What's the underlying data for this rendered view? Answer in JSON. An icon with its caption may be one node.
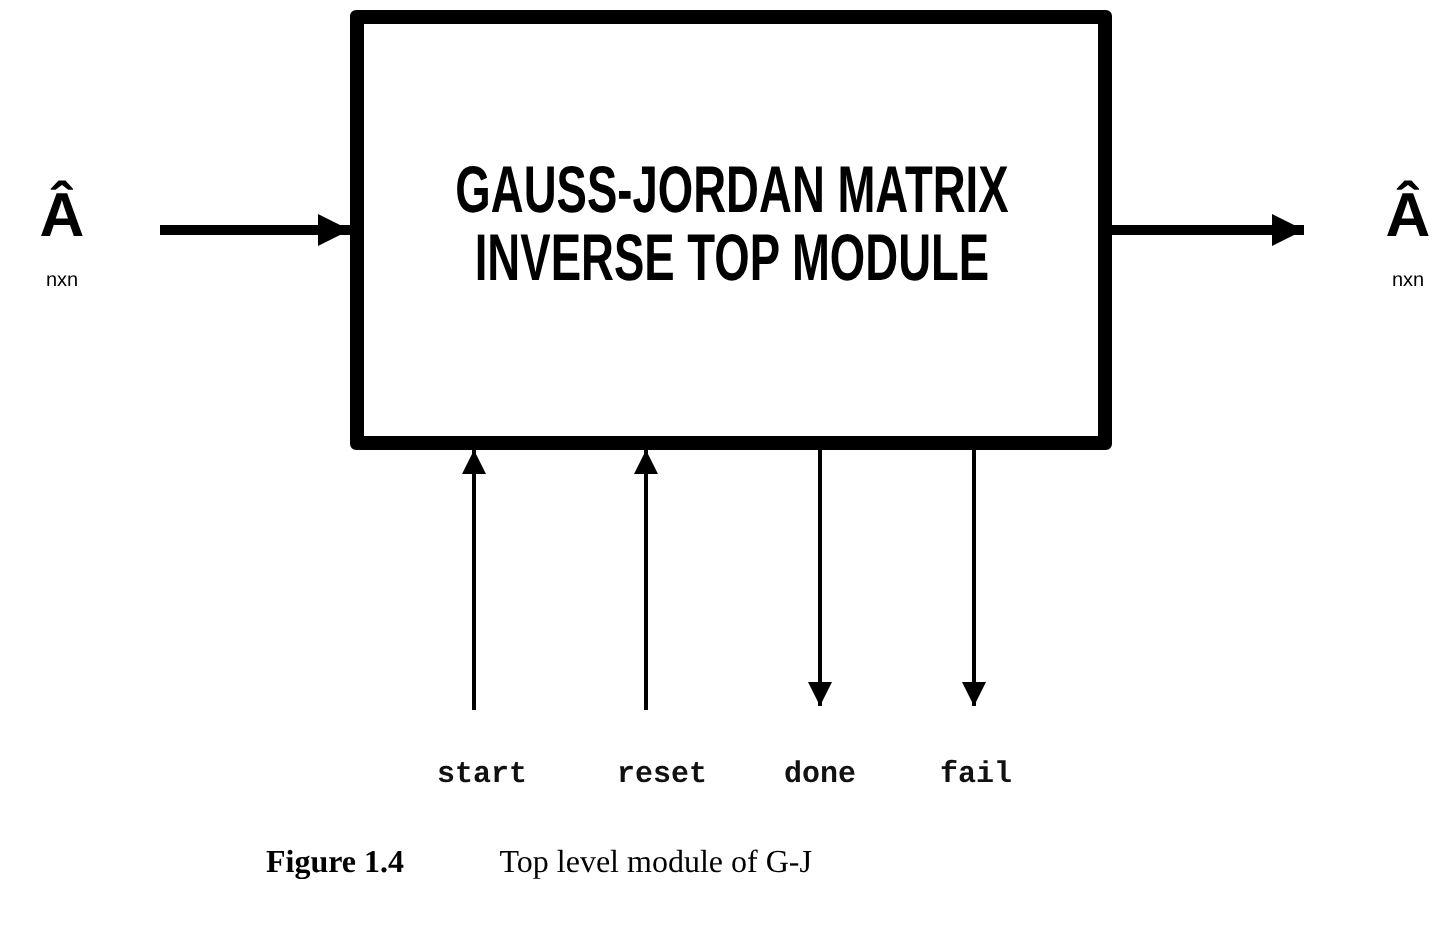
{
  "diagram": {
    "caption": "**Figure 1.4** Top level module of G-J",
    "nodes": [
      {
        "text": [
          "Â",
          "nxn"
        ]
      },
      {
        "text": [
          "GAUSS-JORDAN MATRIX INVERSE TOP MODULE"
        ]
      },
      {
        "text": [
          "Â",
          "nxn"
        ]
      },
      {
        "text": [
          "start"
        ]
      },
      {
        "text": [
          "reset"
        ]
      },
      {
        "text": [
          "done"
        ]
      },
      {
        "text": [
          "fail"
        ]
      }
    ],
    "edges": [
      {
        "from": 0,
        "to": 1,
        "arrow": "to",
        "style": "thick"
      },
      {
        "from": 1,
        "to": 2,
        "arrow": "to",
        "style": "thick"
      },
      {
        "from": 3,
        "to": 1,
        "arrow": "to"
      },
      {
        "from": 4,
        "to": 1,
        "arrow": "to"
      },
      {
        "from": 1,
        "to": 5,
        "arrow": "to"
      },
      {
        "from": 1,
        "to": 6,
        "arrow": "to"
      }
    ]
  }
}
